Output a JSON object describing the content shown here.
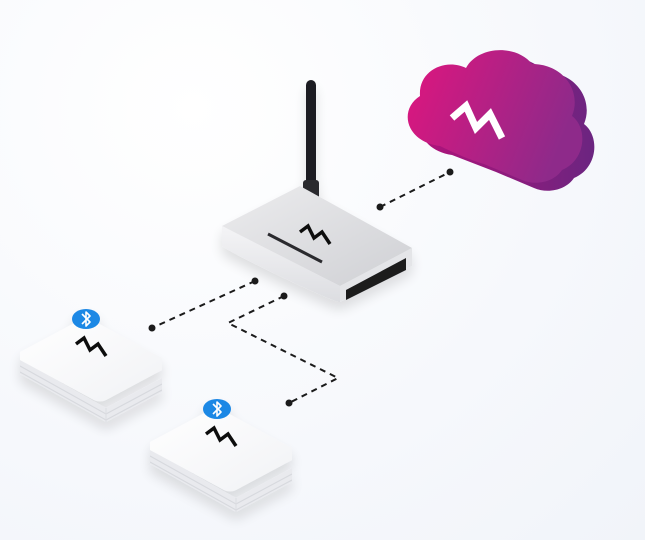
{
  "diagram": {
    "nodes": [
      {
        "id": "cloud",
        "kind": "cloud",
        "icon": "zigzag-logo-icon"
      },
      {
        "id": "gateway",
        "kind": "router",
        "icon": "zigzag-logo-icon"
      },
      {
        "id": "sensor-1",
        "kind": "bluetooth-hub",
        "icon": "zigzag-logo-icon",
        "badge": "bluetooth-icon"
      },
      {
        "id": "sensor-2",
        "kind": "bluetooth-hub",
        "icon": "zigzag-logo-icon",
        "badge": "bluetooth-icon"
      }
    ],
    "links": [
      {
        "from": "gateway",
        "to": "cloud",
        "style": "dashed"
      },
      {
        "from": "gateway",
        "to": "sensor-1",
        "style": "dashed"
      },
      {
        "from": "gateway",
        "to": "sensor-2",
        "style": "dashed"
      }
    ],
    "colors": {
      "cloud_start": "#e0157e",
      "cloud_end": "#7a2a86",
      "bluetooth": "#1e88e5",
      "device_body": "#ffffff",
      "router_top": "#d9dadd",
      "line": "#1b1b1b"
    }
  }
}
